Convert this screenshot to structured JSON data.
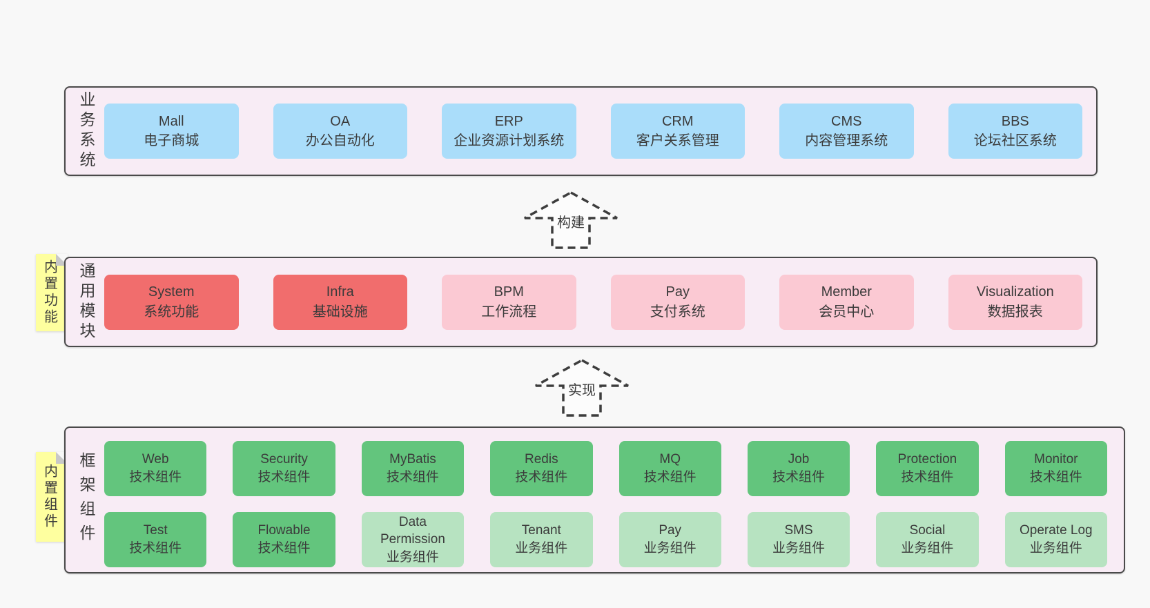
{
  "colors": {
    "page_bg": "#f8f8f8",
    "band_bg": "#f8ecf5",
    "band_border": "#4a4a4a",
    "box_blue": "#aaddfa",
    "box_red": "#f16d6d",
    "box_pink": "#fbc9d3",
    "box_green": "#63c57d",
    "box_light_green": "#b7e3c1",
    "note_yellow": "#feff9f",
    "fold_gray": "#c8c8c8",
    "ink": "#3b3b3b"
  },
  "arrows": {
    "build": "构建",
    "implement": "实现"
  },
  "business_band": {
    "label": "业务系统",
    "boxes": [
      {
        "name": "Mall",
        "desc": "电子商城",
        "variant": "blue"
      },
      {
        "name": "OA",
        "desc": "办公自动化",
        "variant": "blue"
      },
      {
        "name": "ERP",
        "desc": "企业资源计划系统",
        "variant": "blue"
      },
      {
        "name": "CRM",
        "desc": "客户关系管理",
        "variant": "blue"
      },
      {
        "name": "CMS",
        "desc": "内容管理系统",
        "variant": "blue"
      },
      {
        "name": "BBS",
        "desc": "论坛社区系统",
        "variant": "blue"
      }
    ]
  },
  "module_band": {
    "label": "通用模块",
    "note": "内置功能",
    "boxes": [
      {
        "name": "System",
        "desc": "系统功能",
        "variant": "red"
      },
      {
        "name": "Infra",
        "desc": "基础设施",
        "variant": "red"
      },
      {
        "name": "BPM",
        "desc": "工作流程",
        "variant": "pink"
      },
      {
        "name": "Pay",
        "desc": "支付系统",
        "variant": "pink"
      },
      {
        "name": "Member",
        "desc": "会员中心",
        "variant": "pink"
      },
      {
        "name": "Visualization",
        "desc": "数据报表",
        "variant": "pink"
      }
    ]
  },
  "component_band": {
    "label": "框架组件",
    "note": "内置组件",
    "rows": [
      [
        {
          "name": "Web",
          "desc": "技术组件",
          "variant": "green"
        },
        {
          "name": "Security",
          "desc": "技术组件",
          "variant": "green"
        },
        {
          "name": "MyBatis",
          "desc": "技术组件",
          "variant": "green"
        },
        {
          "name": "Redis",
          "desc": "技术组件",
          "variant": "green"
        },
        {
          "name": "MQ",
          "desc": "技术组件",
          "variant": "green"
        },
        {
          "name": "Job",
          "desc": "技术组件",
          "variant": "green"
        },
        {
          "name": "Protection",
          "desc": "技术组件",
          "variant": "green"
        },
        {
          "name": "Monitor",
          "desc": "技术组件",
          "variant": "green"
        }
      ],
      [
        {
          "name": "Test",
          "desc": "技术组件",
          "variant": "green"
        },
        {
          "name": "Flowable",
          "desc": "技术组件",
          "variant": "green"
        },
        {
          "name": "Data Permission",
          "desc": "业务组件",
          "variant": "light-green"
        },
        {
          "name": "Tenant",
          "desc": "业务组件",
          "variant": "light-green"
        },
        {
          "name": "Pay",
          "desc": "业务组件",
          "variant": "light-green"
        },
        {
          "name": "SMS",
          "desc": "业务组件",
          "variant": "light-green"
        },
        {
          "name": "Social",
          "desc": "业务组件",
          "variant": "light-green"
        },
        {
          "name": "Operate Log",
          "desc": "业务组件",
          "variant": "light-green"
        }
      ]
    ]
  }
}
